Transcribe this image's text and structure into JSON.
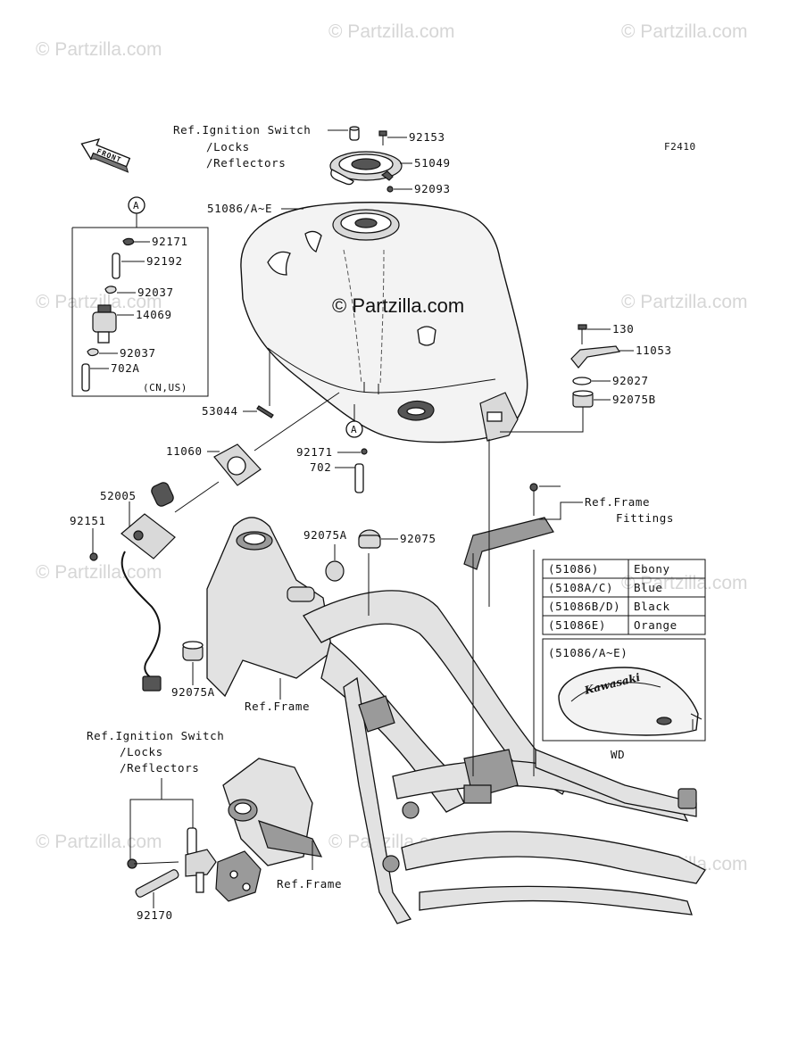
{
  "figure_code": "F2410",
  "front_label": "FRONT",
  "watermarks": {
    "repeat_text": "© Partzilla.com",
    "center_text": "© Partzilla.com"
  },
  "callouts": {
    "ref_ignition_top": [
      "Ref.Ignition Switch",
      "/Locks",
      "/Reflectors"
    ],
    "p92153": "92153",
    "p51049": "51049",
    "p92093": "92093",
    "p51086": "51086/A~E",
    "marker_a": "A",
    "p92171_a": "92171",
    "p92192": "92192",
    "p92037_a": "92037",
    "p14069": "14069",
    "p92037_b": "92037",
    "p702a": "702A",
    "cn_us": "(CN,US)",
    "p130": "130",
    "p11053": "11053",
    "p92027": "92027",
    "p92075b": "92075B",
    "p53044": "53044",
    "p11060": "11060",
    "p92171_b": "92171",
    "p702": "702",
    "p52005": "52005",
    "p92151": "92151",
    "p92075a_top": "92075A",
    "p92075": "92075",
    "ref_frame_fittings": [
      "Ref.Frame",
      "Fittings"
    ],
    "p92075a_bottom": "92075A",
    "ref_frame_1": "Ref.Frame",
    "ref_ignition_bottom": [
      "Ref.Ignition Switch",
      "/Locks",
      "/Reflectors"
    ],
    "ref_frame_2": "Ref.Frame",
    "p92170": "92170"
  },
  "color_table": {
    "rows": [
      {
        "code": "(51086)",
        "color": "Ebony"
      },
      {
        "code": "(5108A/C)",
        "color": "Blue"
      },
      {
        "code": "(51086B/D)",
        "color": "Black"
      },
      {
        "code": "(51086E)",
        "color": "Orange"
      }
    ]
  },
  "inset": {
    "title": "(51086/A~E)",
    "brand_mark": "Kawasaki",
    "caption": "WD"
  }
}
